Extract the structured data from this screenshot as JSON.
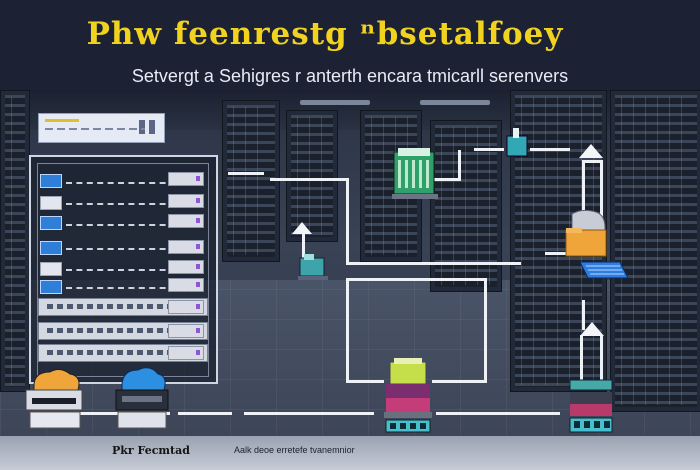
{
  "header": {
    "title": "Phw feenrestg ⁿbsetalfoey",
    "subtitle": "Setvergt a  Sehigres r anterth encara tmicarll serenvers"
  },
  "footer": {
    "left_label": "Pkr Fecmtad",
    "right_label": "Aalk deoe erretefe tvanemnior"
  },
  "icons": [
    "server-rack-icon",
    "storage-stack-icon",
    "folder-device-icon",
    "cloud-printer-icon",
    "upload-arrow-icon"
  ],
  "colors": {
    "accent": "#f0d21f",
    "port_blue": "#2f7fd8",
    "bg": "#1b2233"
  }
}
